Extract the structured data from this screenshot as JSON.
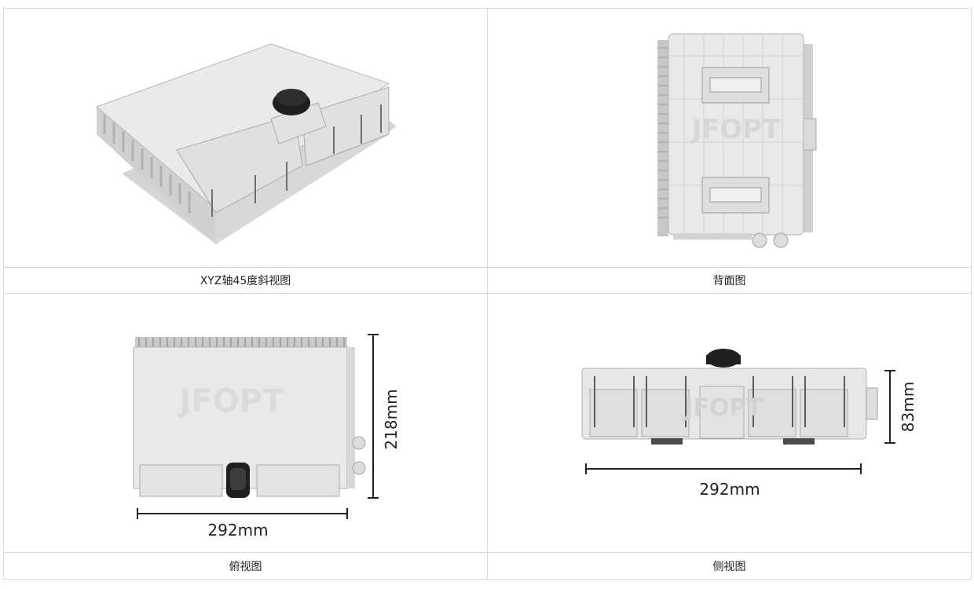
{
  "captions": {
    "iso": "XYZ轴45度斜视图",
    "back": "背面图",
    "top": "俯视图",
    "side": "侧视图"
  },
  "watermark": "JFOPT",
  "dimensions": {
    "top_width": "292mm",
    "top_height": "218mm",
    "side_width": "292mm",
    "side_height": "83mm"
  },
  "colors": {
    "body": "#e6e7e6",
    "body_shadow": "#c9cbca",
    "edge": "#a9abaa",
    "cap": "#1d1f21",
    "grid": "#d9d9d9"
  }
}
